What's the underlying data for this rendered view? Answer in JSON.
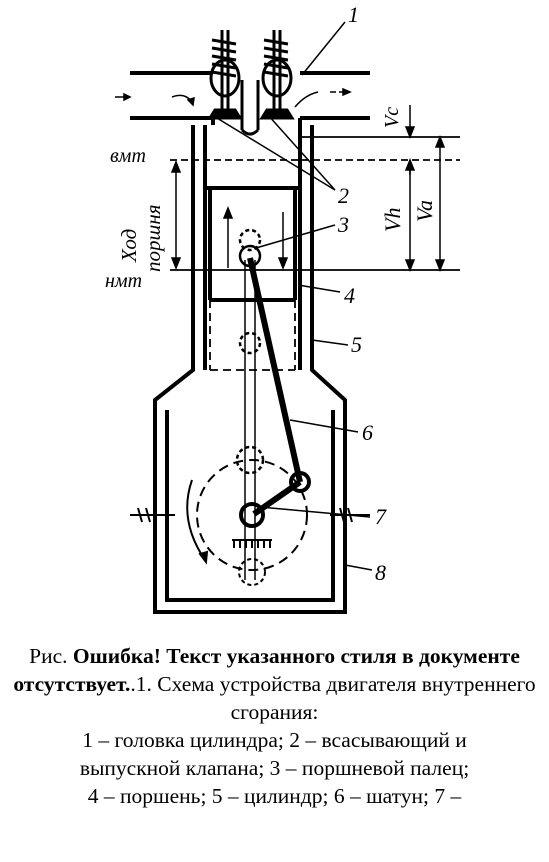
{
  "figure": {
    "callouts": [
      "1",
      "2",
      "3",
      "4",
      "5",
      "6",
      "7",
      "8"
    ],
    "tdc_label": "вмт",
    "bdc_label": "нмт",
    "stroke_label_line1": "Ход",
    "stroke_label_line2": "поршня",
    "vc_label": "Vc",
    "vh_label": "Vh",
    "va_label": "Va"
  },
  "caption": {
    "prefix": "Рис. ",
    "error_bold": "Ошибка! Текст указанного стиля в документе отсутствует.",
    "number": ".1. Схема устройства двигателя внутреннего сгорания:",
    "legend_line1": "1 – головка цилиндра; 2 – всасывающий и",
    "legend_line2": "выпускной клапана;  3 – поршневой палец;",
    "legend_line3": "4 – поршень; 5 – цилиндр; 6 – шатун; 7 –"
  }
}
